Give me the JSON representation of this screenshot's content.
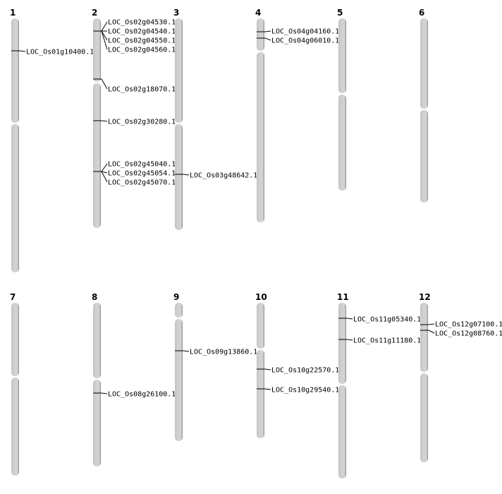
{
  "colors": {
    "chromosome": "#d3d3d3",
    "shadow": "#7a7a7a",
    "marker": "#000000"
  },
  "chromosomes": [
    {
      "name": "1",
      "genes": [
        "LOC_Os01g10400.1"
      ]
    },
    {
      "name": "2",
      "genes": [
        "LOC_Os02g04530.1",
        "LOC_Os02g04540.1",
        "LOC_Os02g04550.1",
        "LOC_Os02g04560.1",
        "LOC_Os02g18070.1",
        "LOC_Os02g30280.1",
        "LOC_Os02g45040.1",
        "LOC_Os02g45054.1",
        "LOC_Os02g45070.1"
      ]
    },
    {
      "name": "3",
      "genes": [
        "LOC_Os03g48642.1"
      ]
    },
    {
      "name": "4",
      "genes": [
        "LOC_Os04g04160.1",
        "LOC_Os04g06010.1"
      ]
    },
    {
      "name": "5",
      "genes": []
    },
    {
      "name": "6",
      "genes": []
    },
    {
      "name": "7",
      "genes": []
    },
    {
      "name": "8",
      "genes": [
        "LOC_Os08g26100.1"
      ]
    },
    {
      "name": "9",
      "genes": [
        "LOC_Os09g13860.1"
      ]
    },
    {
      "name": "10",
      "genes": [
        "LOC_Os10g22570.1",
        "LOC_Os10g29540.1"
      ]
    },
    {
      "name": "11",
      "genes": [
        "LOC_Os11g05340.1",
        "LOC_Os11g11180.1"
      ]
    },
    {
      "name": "12",
      "genes": [
        "LOC_Os12g07100.1",
        "LOC_Os12g08760.1"
      ]
    }
  ]
}
